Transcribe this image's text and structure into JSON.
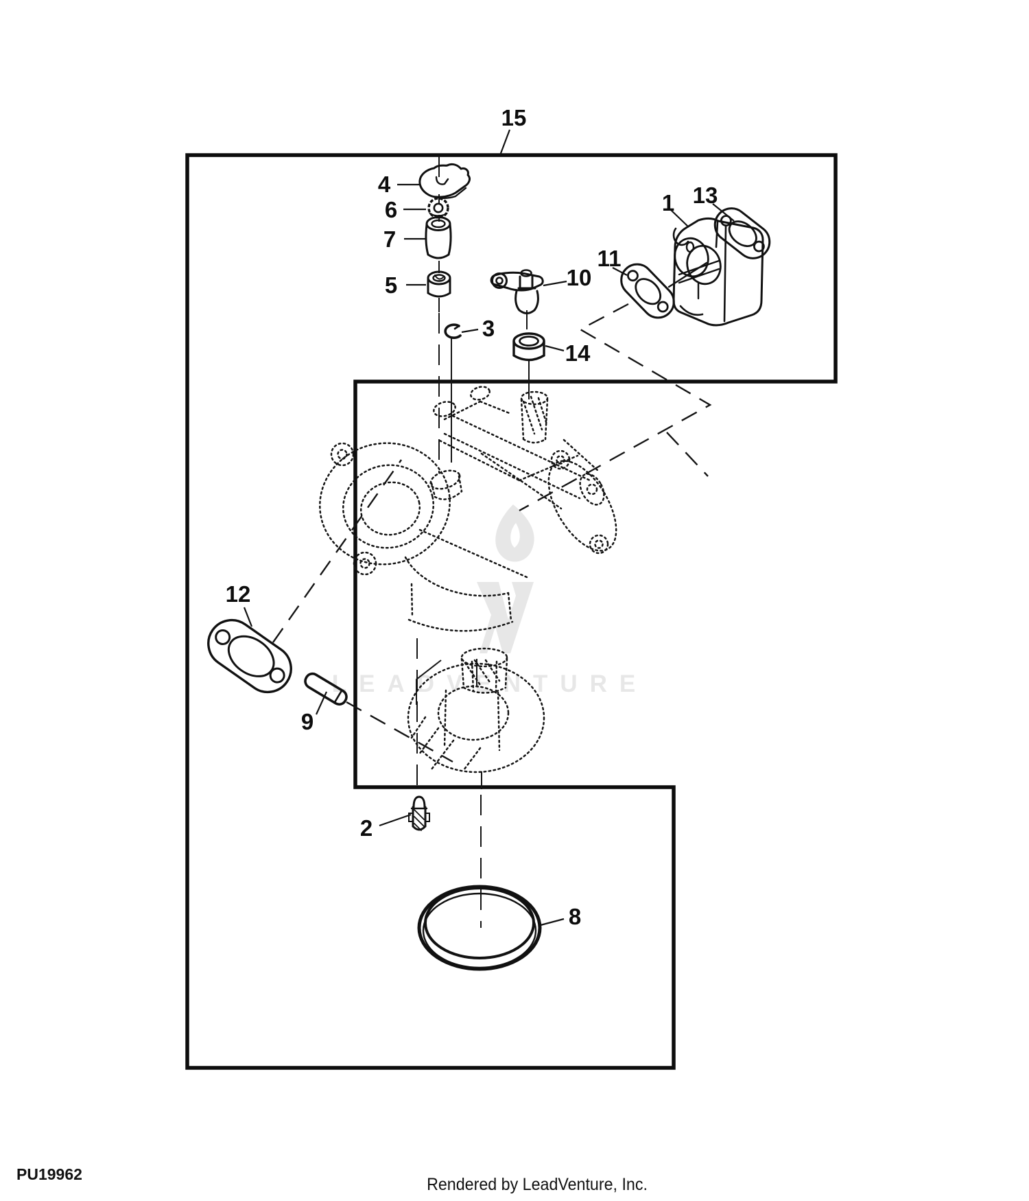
{
  "page": {
    "part_code": "PU19962",
    "credit_line": "Rendered by LeadVenture, Inc.",
    "watermark_text": "LEADVENTURE"
  },
  "callouts": {
    "c1": "1",
    "c2": "2",
    "c3": "3",
    "c4": "4",
    "c5": "5",
    "c6": "6",
    "c7": "7",
    "c8": "8",
    "c9": "9",
    "c10": "10",
    "c11": "11",
    "c12": "12",
    "c13": "13",
    "c14": "14",
    "c15": "15"
  }
}
